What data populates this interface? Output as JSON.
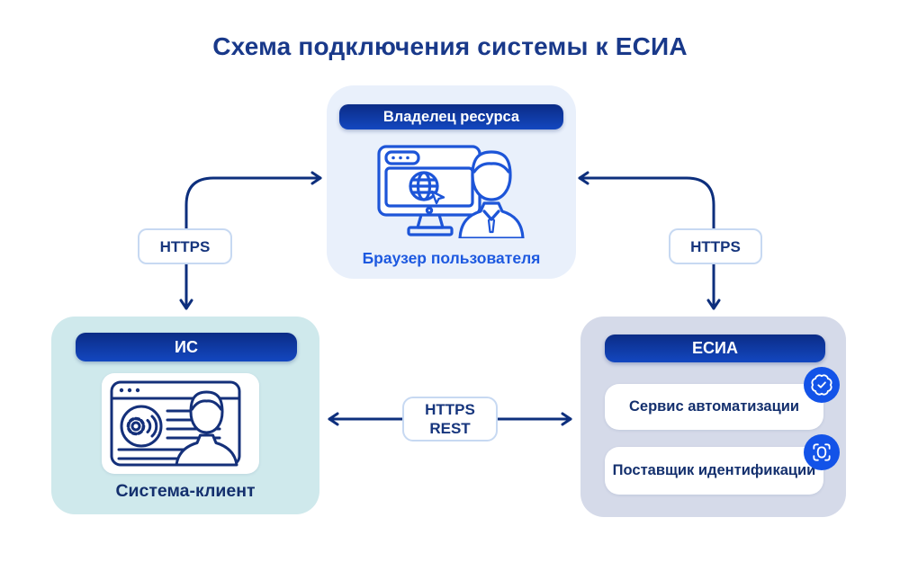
{
  "title": "Схема подключения системы к ЕСИА",
  "resource_owner": {
    "pill": "Владелец ресурса",
    "caption": "Браузер пользователя",
    "icon": "browser-user-icon"
  },
  "client_system": {
    "pill": "ИС",
    "caption": "Система-клиент",
    "icon": "gear-browser-user-icon"
  },
  "esia": {
    "pill": "ЕСИА",
    "services": [
      {
        "label": "Сервис автоматизации",
        "icon": "verified-seal-icon"
      },
      {
        "label": "Поставщик идентификации",
        "icon": "face-scan-icon"
      }
    ]
  },
  "connections": {
    "owner_client": {
      "label": "HTTPS"
    },
    "owner_esia": {
      "label": "HTTPS"
    },
    "client_esia": {
      "line1": "HTTPS",
      "line2": "REST"
    }
  },
  "colors": {
    "title_text": "#19398a",
    "pill_gradient_top": "#0b2c86",
    "pill_gradient_bottom": "#1347c0",
    "pill_text": "#ffffff",
    "owner_box_bg": "#e9f0fb",
    "client_box_bg": "#cfe9ec",
    "esia_box_bg": "#d5dae9",
    "card_bg": "#ffffff",
    "arrow": "#0d2f7d",
    "conn_label_border": "#c7d9f2",
    "conn_label_text": "#16357d",
    "caption_bright_blue": "#1d59e0",
    "caption_navy": "#14306e",
    "badge_blue": "#1353e8",
    "owner_icon_stroke": "#1d55d8",
    "client_icon_stroke": "#14307a"
  }
}
